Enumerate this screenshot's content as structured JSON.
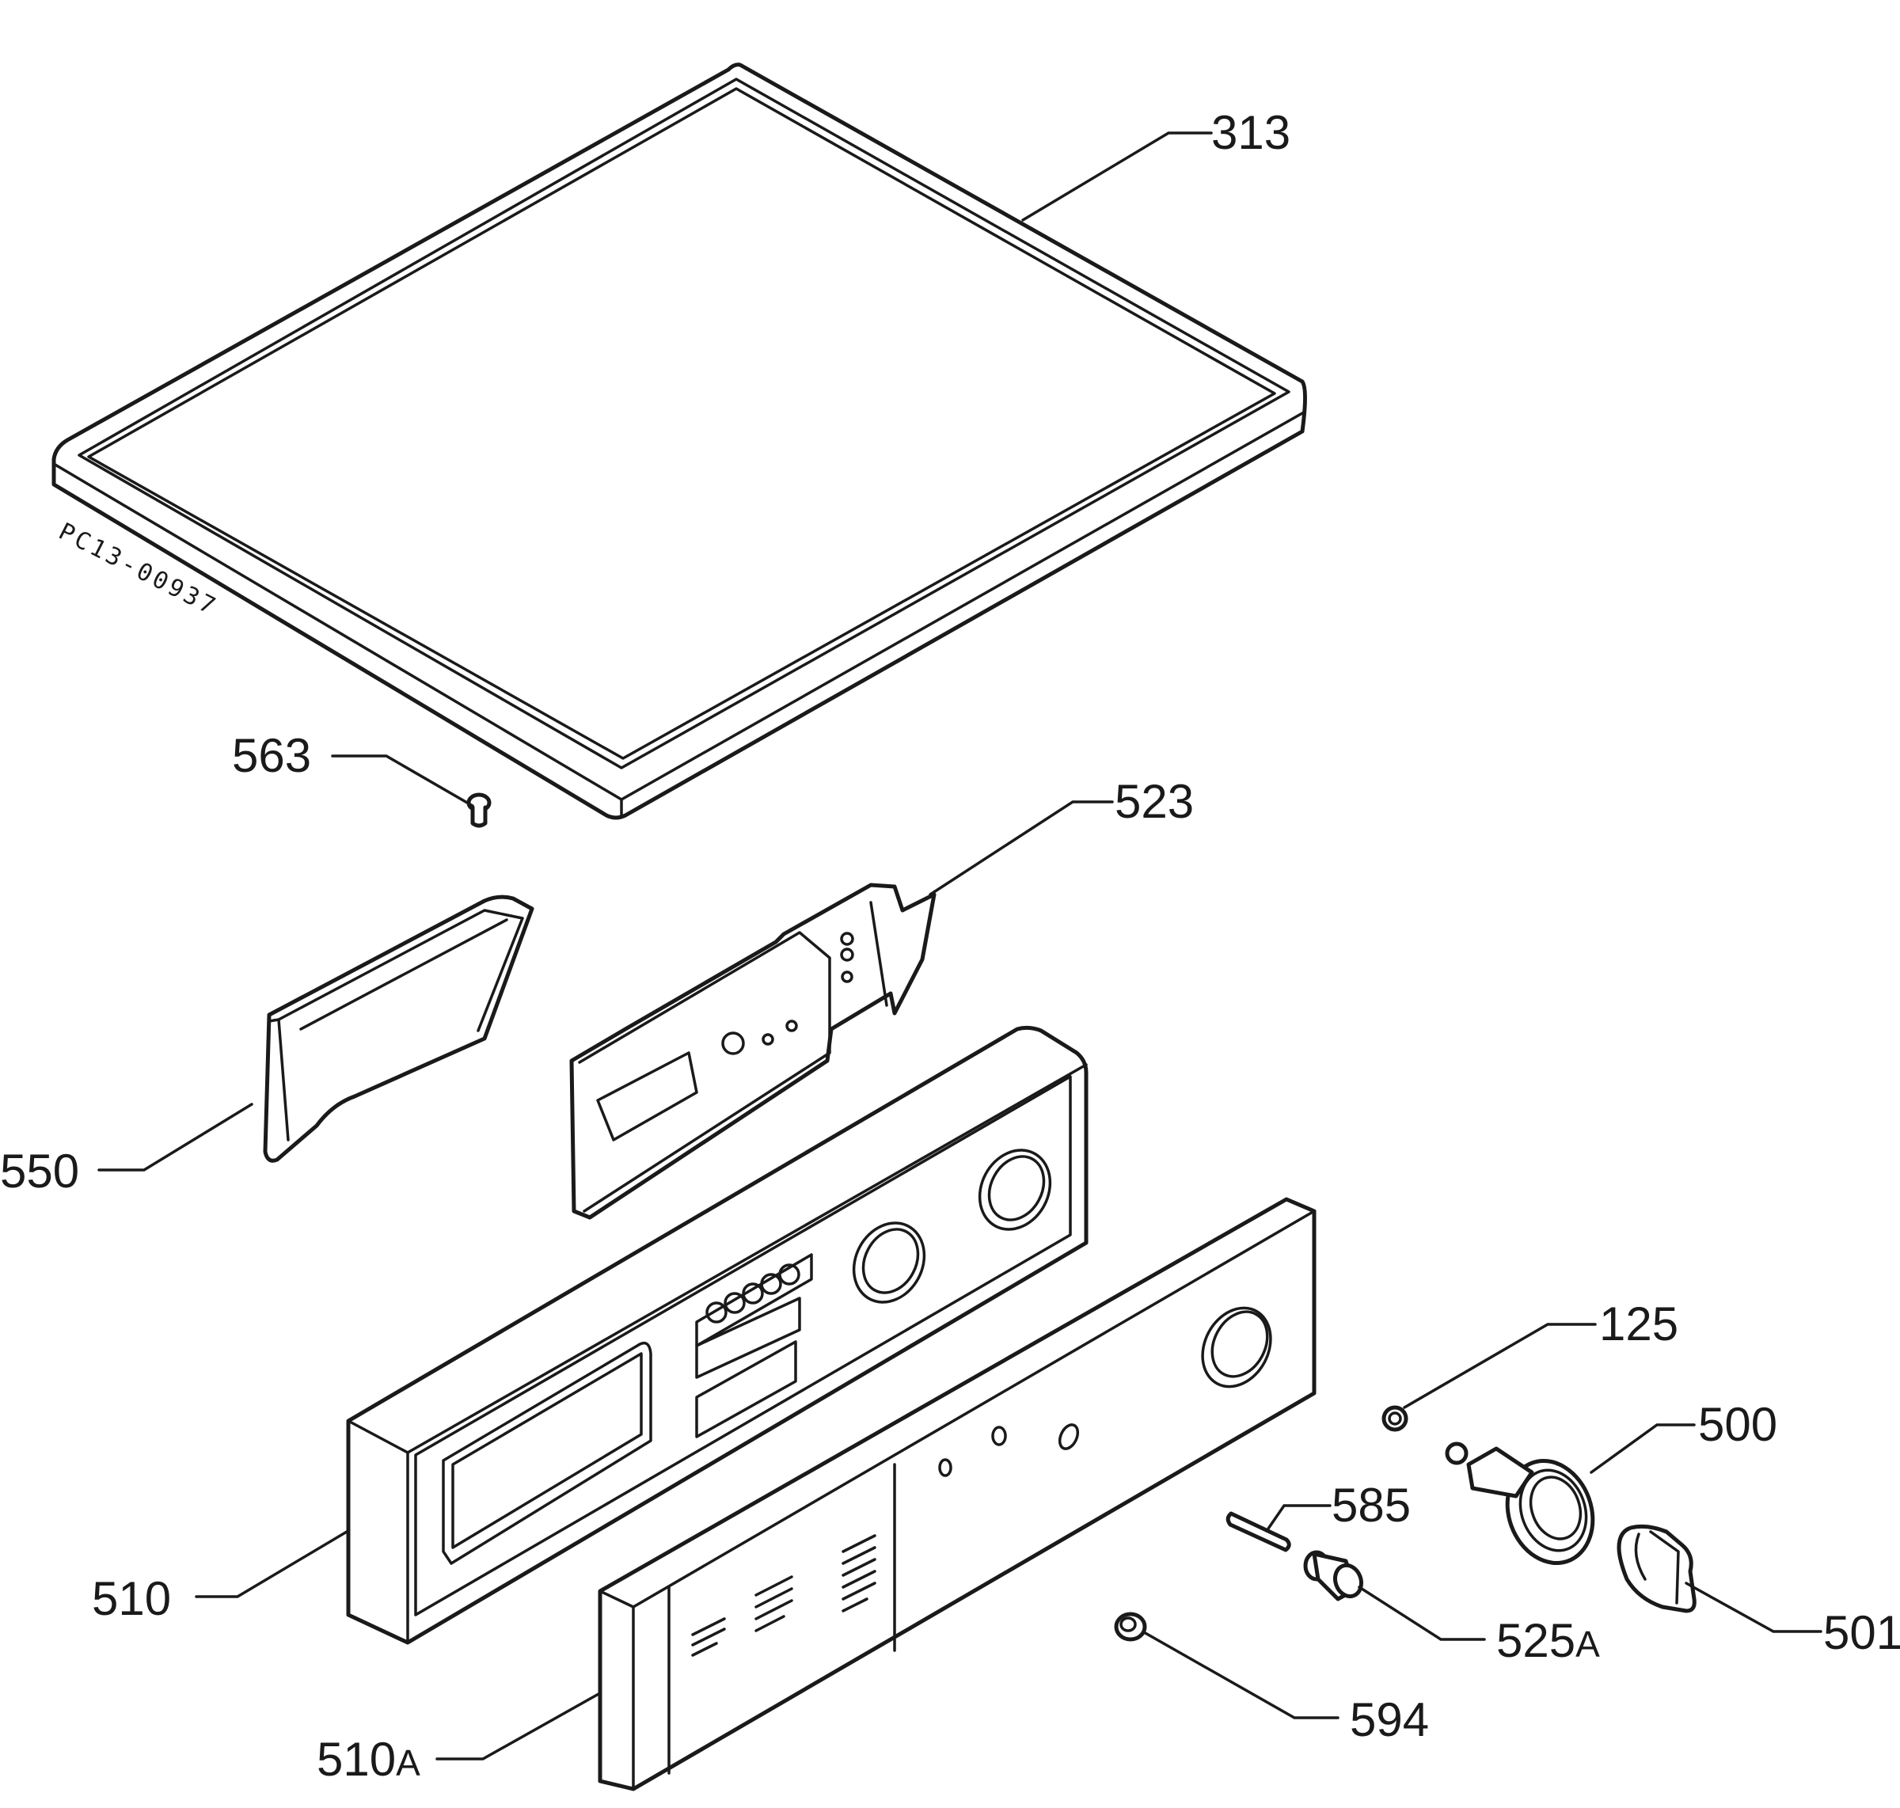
{
  "drawing_reference": "PC13-00937",
  "callouts": {
    "part_313": "313",
    "part_563": "563",
    "part_523": "523",
    "part_550": "550",
    "part_510": "510",
    "part_510a_num": "510",
    "part_510a_suffix": "A",
    "part_125": "125",
    "part_500": "500",
    "part_585": "585",
    "part_525a_num": "525",
    "part_525a_suffix": "A",
    "part_501": "501",
    "part_594": "594"
  },
  "colors": {
    "line": "#1a1a1a",
    "background": "#ffffff"
  }
}
